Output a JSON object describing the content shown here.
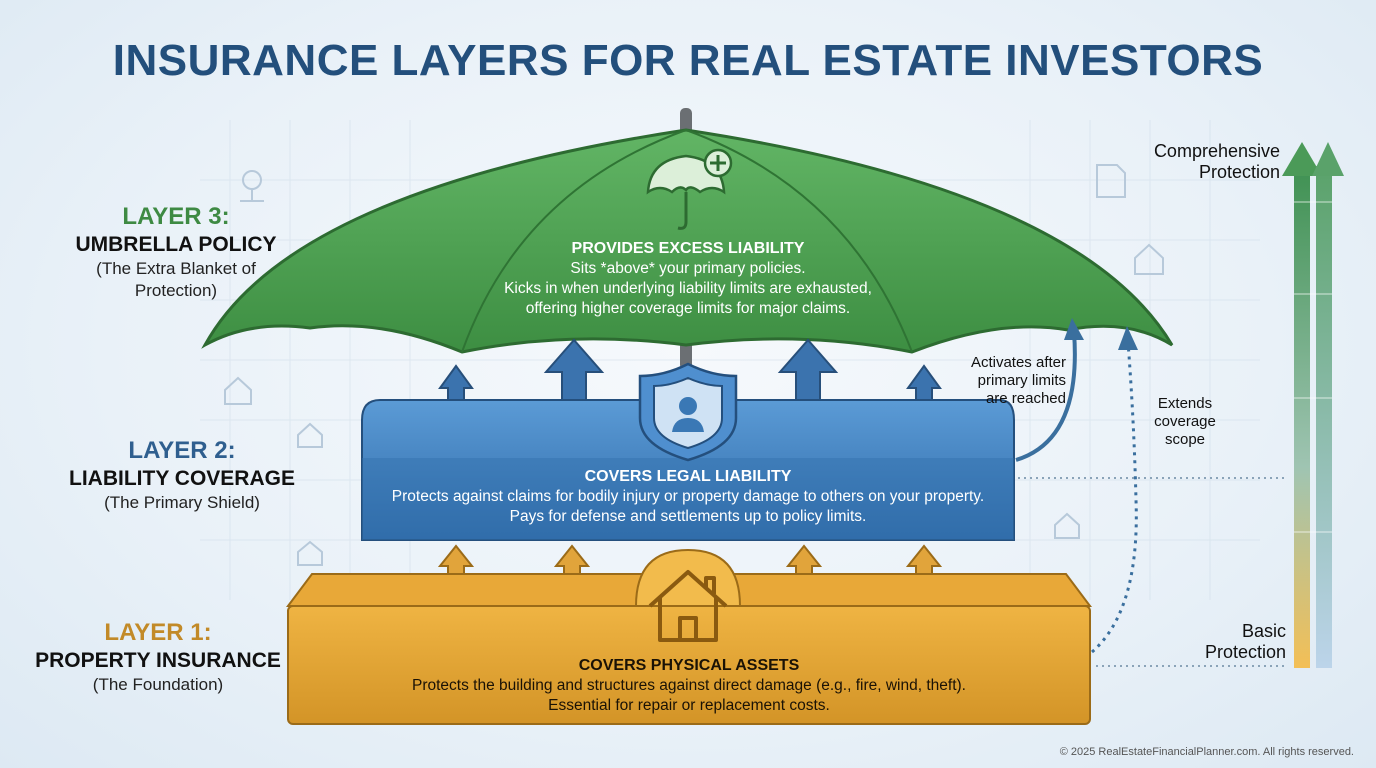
{
  "title": "INSURANCE LAYERS FOR REAL ESTATE INVESTORS",
  "layers": [
    {
      "number": "LAYER 3:",
      "name": "UMBRELLA POLICY",
      "subtitle_line1": "(The Extra Blanket of",
      "subtitle_line2": "Protection)",
      "color": "#3e8a43",
      "heading": "PROVIDES EXCESS LIABILITY",
      "lines": [
        "Sits *above* your primary policies.",
        "Kicks in when underlying liability limits are exhausted,",
        "offering higher coverage limits for major claims."
      ]
    },
    {
      "number": "LAYER 2:",
      "name": "LIABILITY COVERAGE",
      "subtitle_line1": "(The Primary Shield)",
      "color": "#2f5f8f",
      "heading": "COVERS LEGAL LIABILITY",
      "lines": [
        "Protects against claims for bodily injury or property damage to others on your property.",
        "Pays for defense and settlements up to policy limits."
      ]
    },
    {
      "number": "LAYER 1:",
      "name": "PROPERTY INSURANCE",
      "subtitle_line1": "(The Foundation)",
      "color": "#c28a28",
      "heading": "COVERS PHYSICAL ASSETS",
      "lines": [
        "Protects the building and structures against direct damage (e.g., fire, wind, theft).",
        "Essential for repair or replacement costs."
      ]
    }
  ],
  "annotations": {
    "activates_line1": "Activates after",
    "activates_line2": "primary limits",
    "activates_line3": "are reached",
    "extends_line1": "Extends",
    "extends_line2": "coverage",
    "extends_line3": "scope"
  },
  "scale": {
    "top_line1": "Comprehensive",
    "top_line2": "Protection",
    "bottom_line1": "Basic",
    "bottom_line2": "Protection"
  },
  "icons": [
    "umbrella-plus-icon",
    "shield-person-icon",
    "house-icon"
  ],
  "copyright": "© 2025 RealEstateFinancialPlanner.com. All rights reserved."
}
